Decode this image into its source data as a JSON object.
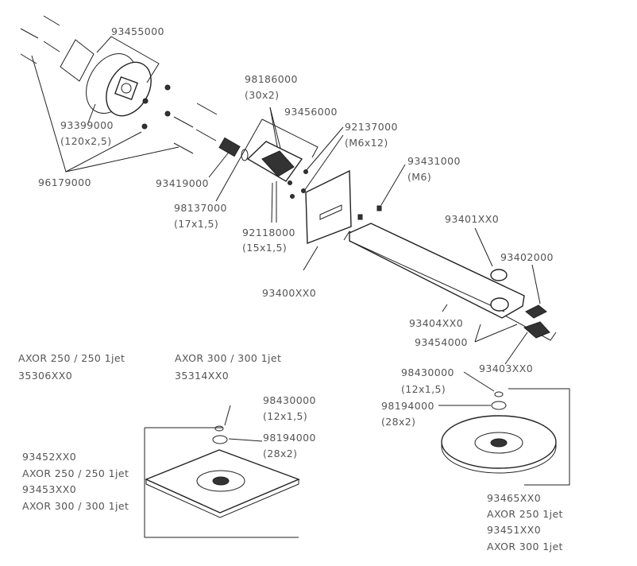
{
  "parts": {
    "p93455000": "93455000",
    "p98186000": "98186000",
    "p98186000_size": "(30x2)",
    "p93456000": "93456000",
    "p92137000": "92137000",
    "p92137000_size": "(M6x12)",
    "p93431000": "93431000",
    "p93431000_size": "(M6)",
    "p93399000": "93399000",
    "p93399000_size": "(120x2,5)",
    "p96179000": "96179000",
    "p93419000": "93419000",
    "p98137000": "98137000",
    "p98137000_size": "(17x1,5)",
    "p92118000": "92118000",
    "p92118000_size": "(15x1,5)",
    "p93401XX0": "93401XX0",
    "p93402000": "93402000",
    "p93400XX0": "93400XX0",
    "p93404XX0": "93404XX0",
    "p93454000": "93454000",
    "p93403XX0": "93403XX0",
    "round_98430000": "98430000",
    "round_98430000_size": "(12x1,5)",
    "round_98194000": "98194000",
    "round_98194000_size": "(28x2)",
    "square_98430000": "98430000",
    "square_98430000_size": "(12x1,5)",
    "square_98194000": "98194000",
    "square_98194000_size": "(28x2)"
  },
  "models": {
    "m250_name": "AXOR 250 / 250 1jet",
    "m250_code": "35306XX0",
    "m300_name": "AXOR 300 / 300 1jet",
    "m300_code": "35314XX0"
  },
  "square_head": {
    "code1": "93452XX0",
    "name1": "AXOR 250 / 250 1jet",
    "code2": "93453XX0",
    "name2": "AXOR 300 / 300 1jet"
  },
  "round_head": {
    "code1": "93465XX0",
    "name1": "AXOR 250 1jet",
    "code2": "93451XX0",
    "name2": "AXOR 300 1jet"
  }
}
